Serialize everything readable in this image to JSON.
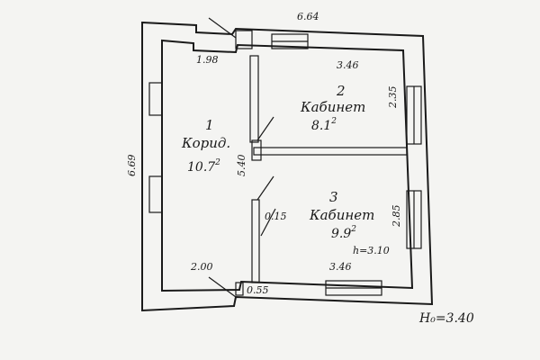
{
  "dimensions": {
    "top_width": "6.64",
    "left_height": "6.69",
    "corridor_top": "1.98",
    "corridor_bottom": "2.00",
    "office2_width": "3.46",
    "office2_height": "2.35",
    "corridor_length": "5.40",
    "office3_width": "3.46",
    "office3_height": "2.85",
    "partition": "0.15",
    "door_offset": "0.55"
  },
  "rooms": [
    {
      "number": "1",
      "name": "Корид.",
      "area": "10.7",
      "sup": "2"
    },
    {
      "number": "2",
      "name": "Кабинет",
      "area": "8.1",
      "sup": "2"
    },
    {
      "number": "3",
      "name": "Кабинет",
      "area": "9.9",
      "sup": "2"
    }
  ],
  "notes": {
    "ceiling_height": "h=3.10",
    "overall_height": "H₀=3.40"
  }
}
